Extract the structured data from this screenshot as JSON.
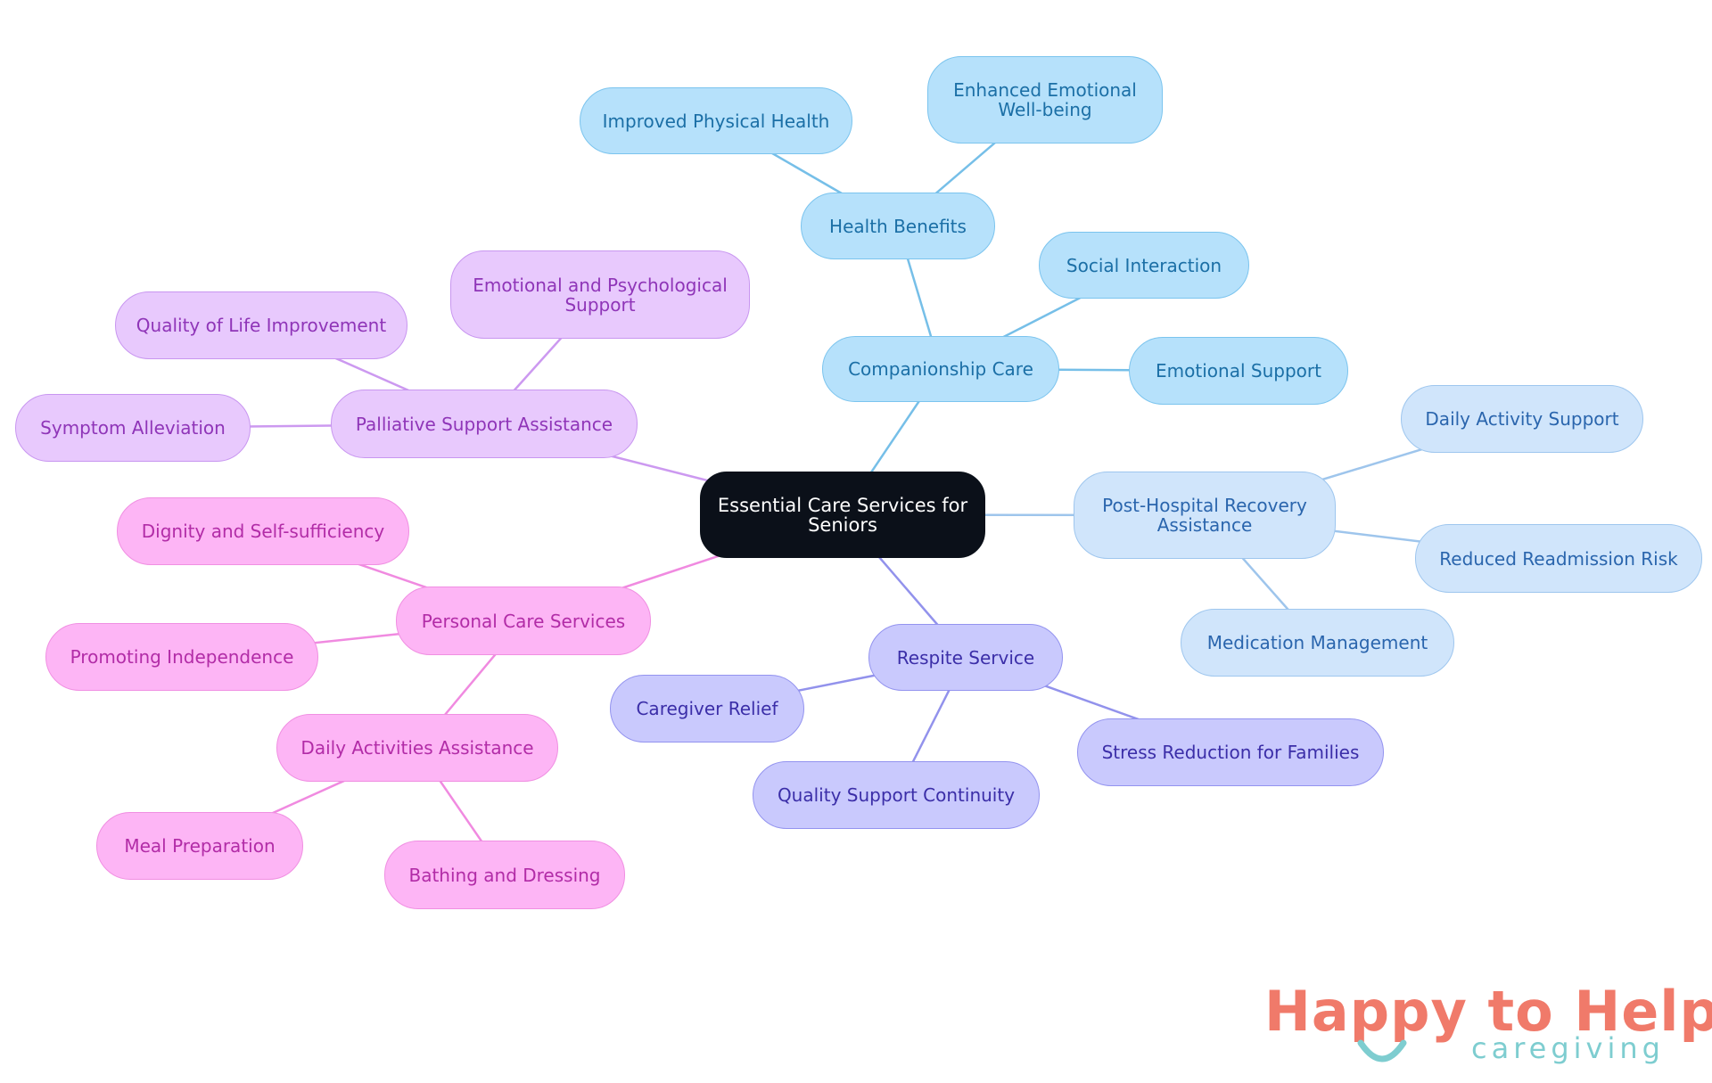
{
  "diagram": {
    "root": {
      "label": "Essential Care Services for Seniors"
    },
    "branches": [
      {
        "id": "companionship",
        "label": "Companionship Care",
        "color": "#76bfe8",
        "children": [
          {
            "id": "health-benefits",
            "label": "Health Benefits",
            "children": [
              {
                "id": "improved-physical-health",
                "label": "Improved Physical Health"
              },
              {
                "id": "enhanced-emotional-wellbeing",
                "label": "Enhanced Emotional Well-being"
              }
            ]
          },
          {
            "id": "social-interaction",
            "label": "Social Interaction"
          },
          {
            "id": "emotional-support",
            "label": "Emotional Support"
          }
        ]
      },
      {
        "id": "post-hospital",
        "label": "Post-Hospital Recovery Assistance",
        "color": "#9ec5ec",
        "children": [
          {
            "id": "daily-activity-support",
            "label": "Daily Activity Support"
          },
          {
            "id": "reduced-readmission-risk",
            "label": "Reduced Readmission Risk"
          },
          {
            "id": "medication-management",
            "label": "Medication Management"
          }
        ]
      },
      {
        "id": "respite",
        "label": "Respite Service",
        "color": "#9292ec",
        "children": [
          {
            "id": "caregiver-relief",
            "label": "Caregiver Relief"
          },
          {
            "id": "quality-support-continuity",
            "label": "Quality Support Continuity"
          },
          {
            "id": "stress-reduction",
            "label": "Stress Reduction for Families"
          }
        ]
      },
      {
        "id": "palliative",
        "label": "Palliative Support Assistance",
        "color": "#cc99f0",
        "children": [
          {
            "id": "emotional-psychological-support",
            "label": "Emotional and Psychological Support"
          },
          {
            "id": "quality-of-life",
            "label": "Quality of Life Improvement"
          },
          {
            "id": "symptom-alleviation",
            "label": "Symptom Alleviation"
          }
        ]
      },
      {
        "id": "personal-care",
        "label": "Personal Care Services",
        "color": "#f08ae0",
        "children": [
          {
            "id": "dignity",
            "label": "Dignity and Self-sufficiency"
          },
          {
            "id": "promoting-independence",
            "label": "Promoting Independence"
          },
          {
            "id": "daily-activities-assistance",
            "label": "Daily Activities Assistance",
            "children": [
              {
                "id": "meal-preparation",
                "label": "Meal Preparation"
              },
              {
                "id": "bathing-dressing",
                "label": "Bathing and Dressing"
              }
            ]
          }
        ]
      }
    ]
  },
  "logo": {
    "word1": "Happy",
    "word2": "to Help",
    "tagline": "caregiving",
    "colors": {
      "coral": "#f07a6a",
      "teal": "#7ecdd0"
    }
  }
}
